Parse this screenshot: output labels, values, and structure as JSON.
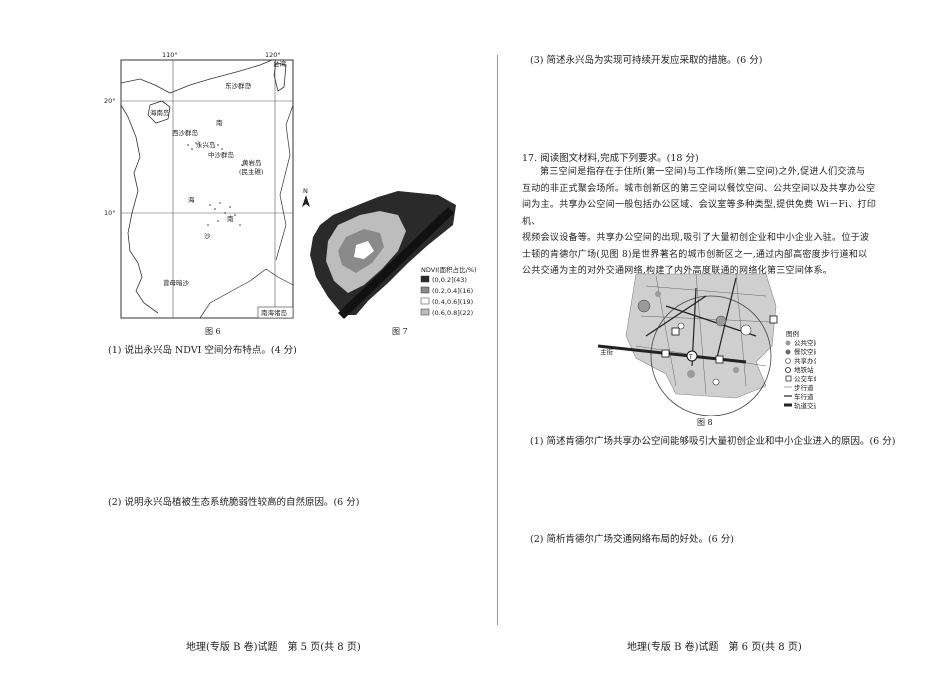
{
  "left_page": {
    "map6": {
      "lon_110": "110°",
      "lon_120": "120°",
      "lat_20": "20°",
      "lat_10": "10°",
      "labels": {
        "taiwan": "台湾",
        "dongsha": "东沙群岛",
        "hainan": "海南岛",
        "nan": "南",
        "xisha": "西沙群岛",
        "yongxing": "永兴岛",
        "zhongsha": "中沙群岛",
        "huangyan": "黄岩岛",
        "minzhu": "(民主礁)",
        "hai": "海",
        "nansha": "南",
        "sha": "沙",
        "zengmu": "曾母暗沙",
        "inset": "南海诸岛"
      },
      "caption": "图 6"
    },
    "map7": {
      "north": "N",
      "legend_title": "NDVI(面积占比/%)",
      "legend": [
        {
          "label": "(0,0.2](43)",
          "color": "#2a2a2a"
        },
        {
          "label": "(0.2,0.4](16)",
          "color": "#8a8a8a"
        },
        {
          "label": "(0.4,0.6](19)",
          "color": "#ffffff"
        },
        {
          "label": "(0.6,0.8](22)",
          "color": "#bdbdbd"
        }
      ],
      "caption": "图 7"
    },
    "q1": "(1) 说出永兴岛 NDVI 空间分布特点。(4 分)",
    "q2": "(2) 说明永兴岛植被生态系统脆弱性较高的自然原因。(6 分)",
    "footer": "地理(专版 B 卷)试题　第 5 页(共 8 页)"
  },
  "right_page": {
    "q3": "(3) 简述永兴岛为实现可持续开发应采取的措施。(6 分)",
    "q17_title": "17. 阅读图文材料,完成下列要求。(18 分)",
    "para_lines": [
      "第三空间是指存在于住所(第一空间)与工作场所(第二空间)之外,促进人们交流与",
      "互动的非正式聚会场所。城市创新区的第三空间以餐饮空间、公共空间以及共享办公空",
      "间为主。共享办公空间一般包括办公区域、会议室等多种类型,提供免费 Wi－Fi、打印机、",
      "视频会议设备等。共享办公空间的出现,吸引了大量初创企业和中小企业入驻。位于波",
      "士顿的肯德尔广场(见图 8)是世界著名的城市创新区之一,通过内部高密度步行道和以",
      "公共交通为主的对外交通网络,构建了内外高度联通的网络化第三空间体系。"
    ],
    "map8": {
      "main_street": "主街",
      "legend_title": "图例",
      "legend": [
        "公共空间",
        "餐饮空间",
        "共享办公空间",
        "地铁站",
        "公交车站",
        "步行道",
        "车行道",
        "轨道交通"
      ],
      "caption": "图 8"
    },
    "q17_1": "(1) 简述肯德尔广场共享办公空间能够吸引大量初创企业和中小企业进入的原因。(6 分)",
    "q17_2": "(2) 简析肯德尔广场交通网络布局的好处。(6 分)",
    "footer": "地理(专版 B 卷)试题　第 6 页(共 8 页)"
  }
}
